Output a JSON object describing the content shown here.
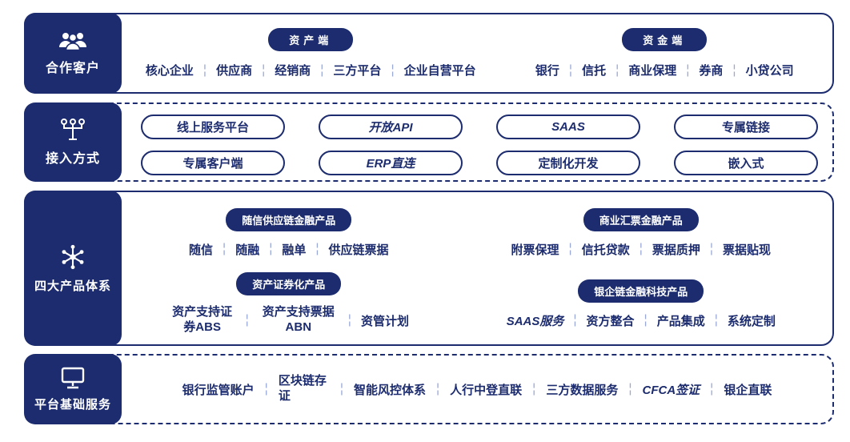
{
  "colors": {
    "navy": "#1c2c6e",
    "separator": "#9aa8d6"
  },
  "rows": [
    {
      "label": "合作客户",
      "icon": "users-icon",
      "groups": [
        {
          "badge": "资产端",
          "items": [
            "核心企业",
            "供应商",
            "经销商",
            "三方平台",
            "企业自营平台"
          ]
        },
        {
          "badge": "资金端",
          "items": [
            "银行",
            "信托",
            "商业保理",
            "券商",
            "小贷公司"
          ]
        }
      ]
    },
    {
      "label": "接入方式",
      "icon": "share-icon",
      "pills": [
        "线上服务平台",
        "开放API",
        "SAAS",
        "专属链接",
        "专属客户端",
        "ERP直连",
        "定制化开发",
        "嵌入式"
      ]
    },
    {
      "label": "四大产品体系",
      "icon": "hub-icon",
      "groups": [
        {
          "badge": "随信供应链金融产品",
          "items": [
            "随信",
            "随融",
            "融单",
            "供应链票据"
          ]
        },
        {
          "badge": "商业汇票金融产品",
          "items": [
            "附票保理",
            "信托贷款",
            "票据质押",
            "票据贴现"
          ]
        },
        {
          "badge": "资产证券化产品",
          "items": [
            "资产支持证券ABS",
            "资产支持票据ABN",
            "资管计划"
          ]
        },
        {
          "badge": "银企链金融科技产品",
          "items": [
            "SAAS服务",
            "资方整合",
            "产品集成",
            "系统定制"
          ]
        }
      ]
    },
    {
      "label": "平台基础服务",
      "icon": "monitor-icon",
      "items": [
        "银行监管账户",
        "区块链存证",
        "智能风控体系",
        "人行中登直联",
        "三方数据服务",
        "CFCA签证",
        "银企直联"
      ]
    }
  ]
}
